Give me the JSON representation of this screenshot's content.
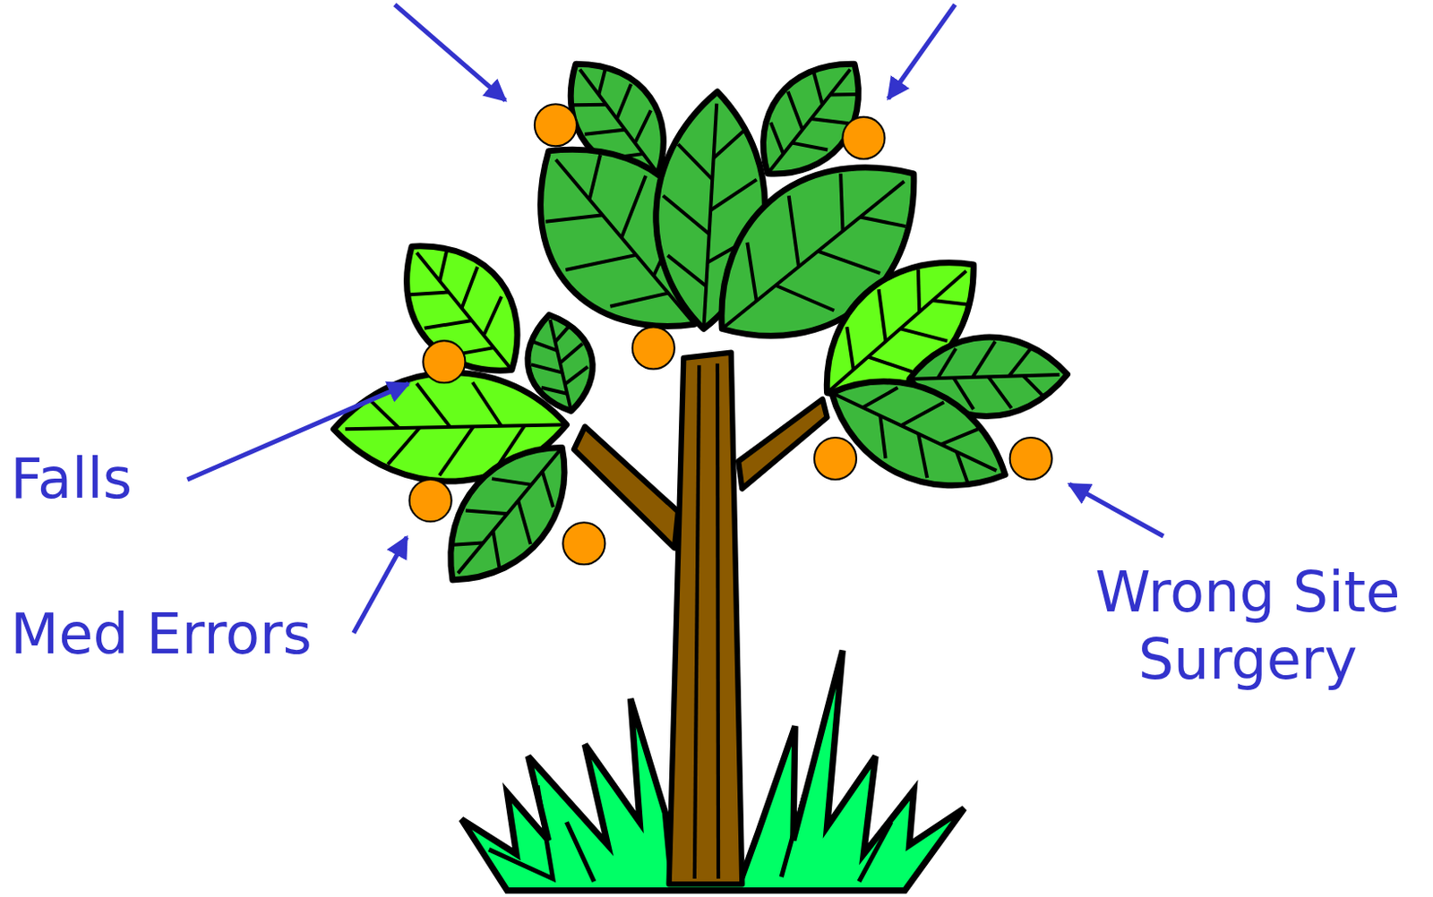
{
  "diagram": {
    "labels": [
      "Falls",
      "Med Errors",
      "Wrong Site Surgery"
    ]
  }
}
